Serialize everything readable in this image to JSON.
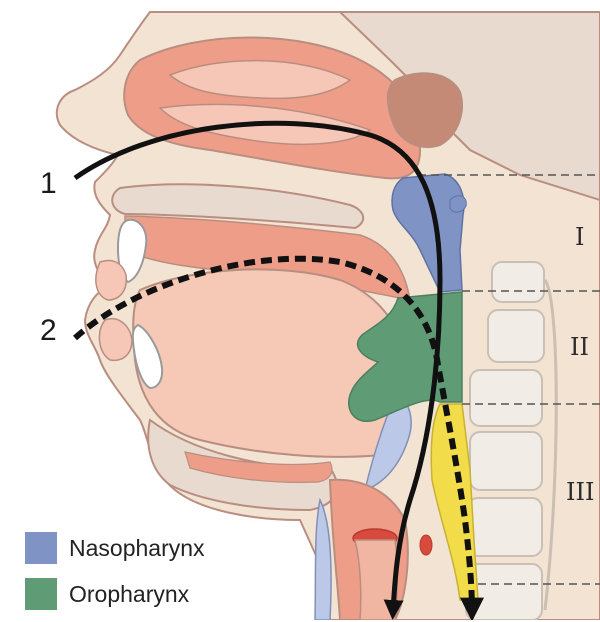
{
  "path_labels": {
    "path1": "1",
    "path2": "2"
  },
  "regions": {
    "r1": "I",
    "r2": "II",
    "r3": "III"
  },
  "legend": [
    {
      "label": "Nasopharynx",
      "color": "#7f93c4"
    },
    {
      "label": "Oropharynx",
      "color": "#5f9c76"
    }
  ],
  "colors": {
    "skin": "#f3e3d2",
    "outline": "#b98e80",
    "nasal": "#ee9e88",
    "nasal_light": "#f6c6b6",
    "oral": "#f5c9b5",
    "tongue": "#f4b9a4",
    "bone": "#e9dad0",
    "sinus": "#c48a76",
    "vertebra": "#f1ede6",
    "nasopharynx": "#7f93c4",
    "oropharynx": "#5f9c76",
    "laryngopharynx": "#f3dc4a",
    "air": "#111111",
    "divider": "#555555"
  }
}
